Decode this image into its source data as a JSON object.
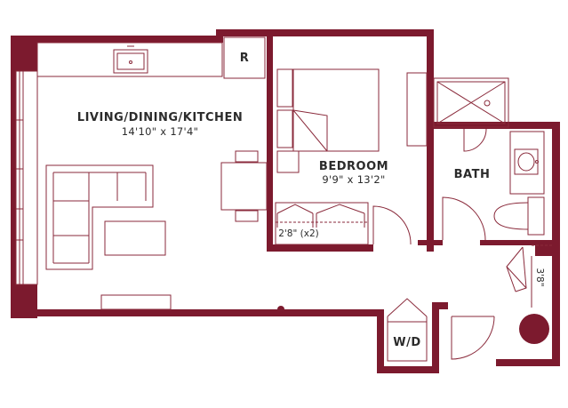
{
  "rooms": {
    "living": {
      "name": "LIVING/DINING/KITCHEN",
      "dims": "14'10\" x 17'4\""
    },
    "bedroom": {
      "name": "BEDROOM",
      "dims": "9'9\" x 13'2\""
    },
    "bath": {
      "name": "BATH"
    },
    "refrigerator": {
      "label": "R"
    },
    "laundry": {
      "label": "W/D"
    }
  },
  "annotations": {
    "closet_width": "2'8\" (x2)",
    "closet_depth": "3'8\""
  },
  "colors": {
    "wall": "#7c1a2e",
    "line": "#8a2a3b",
    "text": "#2b2b2b"
  }
}
